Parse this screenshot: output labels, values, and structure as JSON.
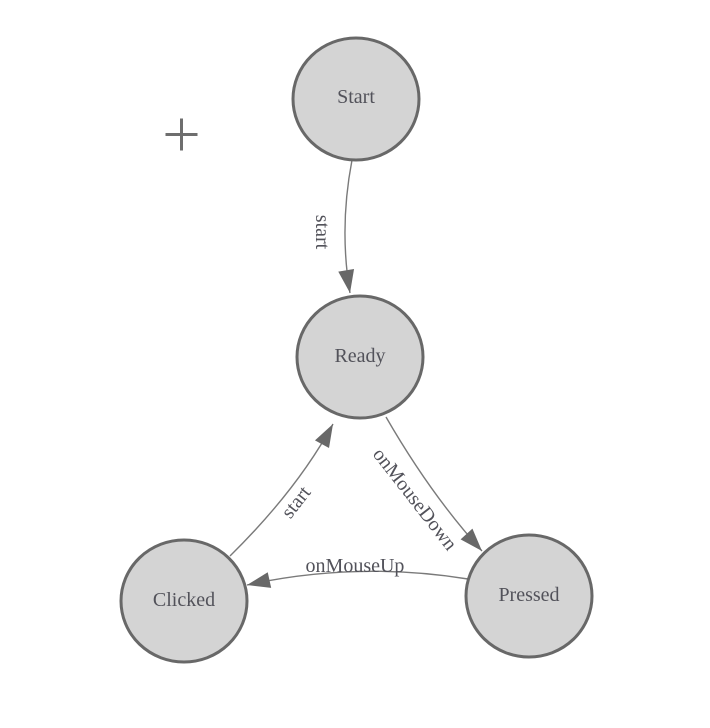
{
  "diagram": {
    "type": "state-machine",
    "colors": {
      "canvas_bg": "#ffffff",
      "node_fill": "#d4d4d4",
      "node_stroke": "#686868",
      "edge_stroke": "#7a7a7a",
      "arrowhead": "#686868",
      "label_text": "#52525a",
      "crosshair": "#6e6e6e"
    },
    "nodes": [
      {
        "id": "start",
        "label": "Start"
      },
      {
        "id": "ready",
        "label": "Ready"
      },
      {
        "id": "clicked",
        "label": "Clicked"
      },
      {
        "id": "pressed",
        "label": "Pressed"
      }
    ],
    "edges": [
      {
        "from": "Start",
        "to": "Ready",
        "label": "start"
      },
      {
        "from": "Clicked",
        "to": "Ready",
        "label": "start"
      },
      {
        "from": "Ready",
        "to": "Pressed",
        "label": "onMouseDown"
      },
      {
        "from": "Pressed",
        "to": "Clicked",
        "label": "onMouseUp"
      }
    ]
  }
}
